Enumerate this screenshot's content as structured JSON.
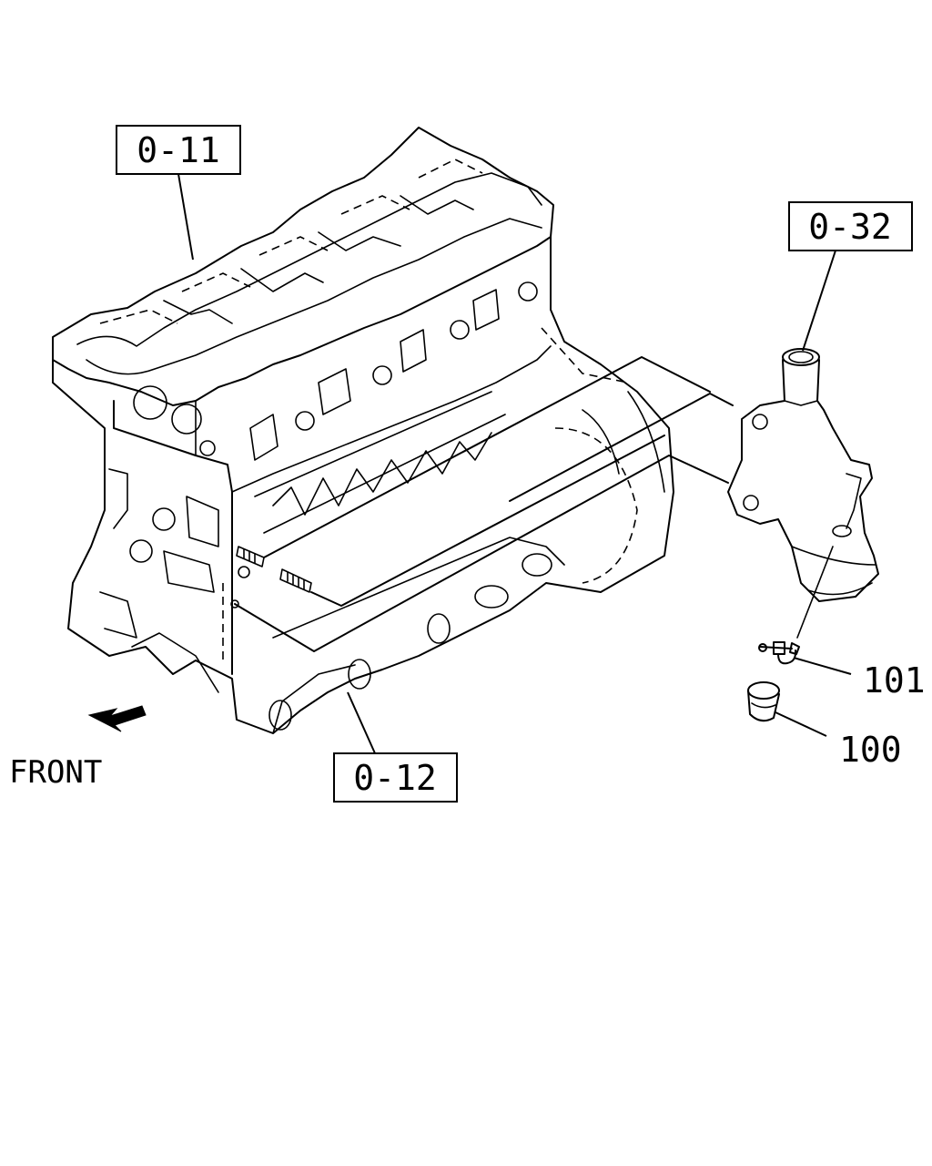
{
  "references": {
    "cylinder_head": "0-11",
    "cylinder_block": "0-12",
    "water_pump": "0-32"
  },
  "callouts": {
    "part_100": "100",
    "part_101": "101"
  },
  "direction": {
    "label": "FRONT",
    "icon": "arrow-front-icon"
  }
}
